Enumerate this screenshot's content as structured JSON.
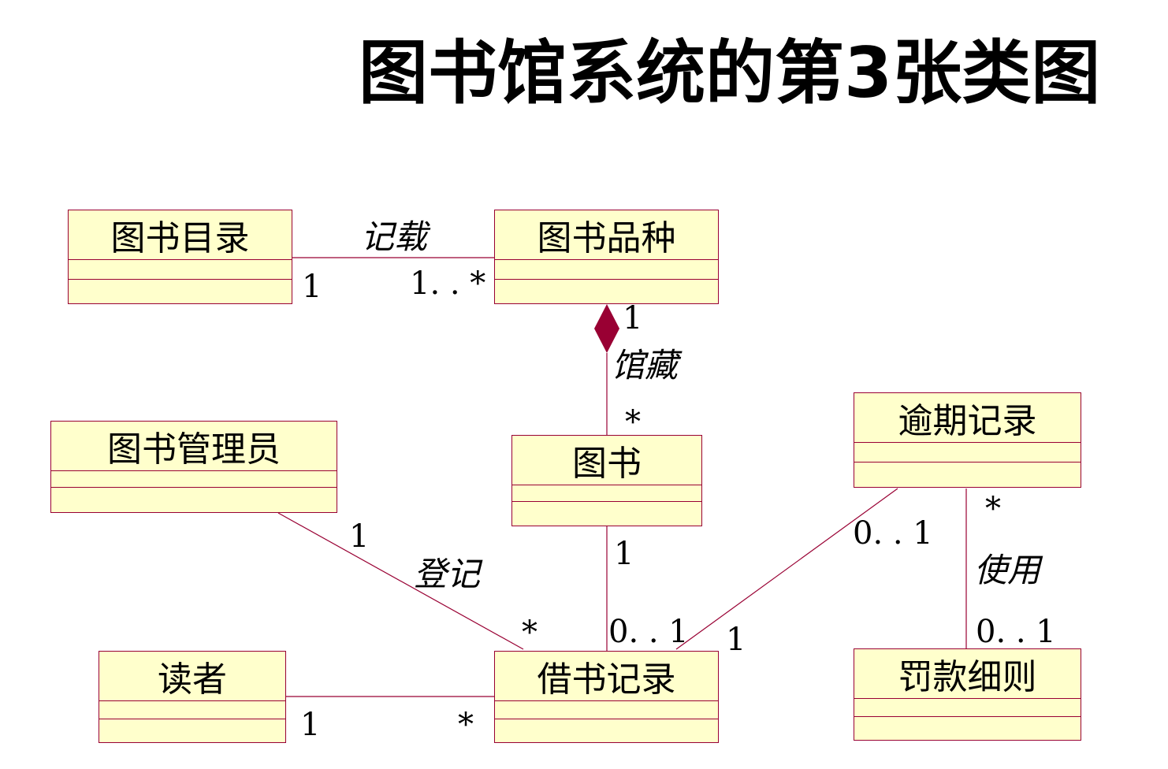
{
  "title": "图书馆系统的第3张类图",
  "colors": {
    "class_fill": "#ffffcc",
    "class_border": "#990033",
    "line": "#990033",
    "composition_diamond": "#990033"
  },
  "classes": [
    {
      "id": "catalog",
      "name": "图书目录"
    },
    {
      "id": "variety",
      "name": "图书品种"
    },
    {
      "id": "librarian",
      "name": "图书管理员"
    },
    {
      "id": "book",
      "name": "图书"
    },
    {
      "id": "overdue",
      "name": "逾期记录"
    },
    {
      "id": "reader",
      "name": "读者"
    },
    {
      "id": "borrow",
      "name": "借书记录"
    },
    {
      "id": "fine",
      "name": "罚款细则"
    }
  ],
  "associations": [
    {
      "from": "catalog",
      "to": "variety",
      "role": "记载",
      "from_mult": "1",
      "to_mult": "1. . *"
    },
    {
      "from": "variety",
      "to": "book",
      "kind": "composition",
      "role": "馆藏",
      "from_mult": "1",
      "to_mult": "*"
    },
    {
      "from": "librarian",
      "to": "borrow",
      "role": "登记",
      "from_mult": "1",
      "to_mult": "*"
    },
    {
      "from": "book",
      "to": "borrow",
      "from_mult": "1",
      "to_mult": "0. . 1"
    },
    {
      "from": "overdue",
      "to": "borrow",
      "from_mult": "0. . 1",
      "to_mult": "1"
    },
    {
      "from": "overdue",
      "to": "fine",
      "role": "使用",
      "from_mult": "*",
      "to_mult": "0. . 1"
    },
    {
      "from": "reader",
      "to": "borrow",
      "from_mult": "1",
      "to_mult": "*"
    }
  ]
}
